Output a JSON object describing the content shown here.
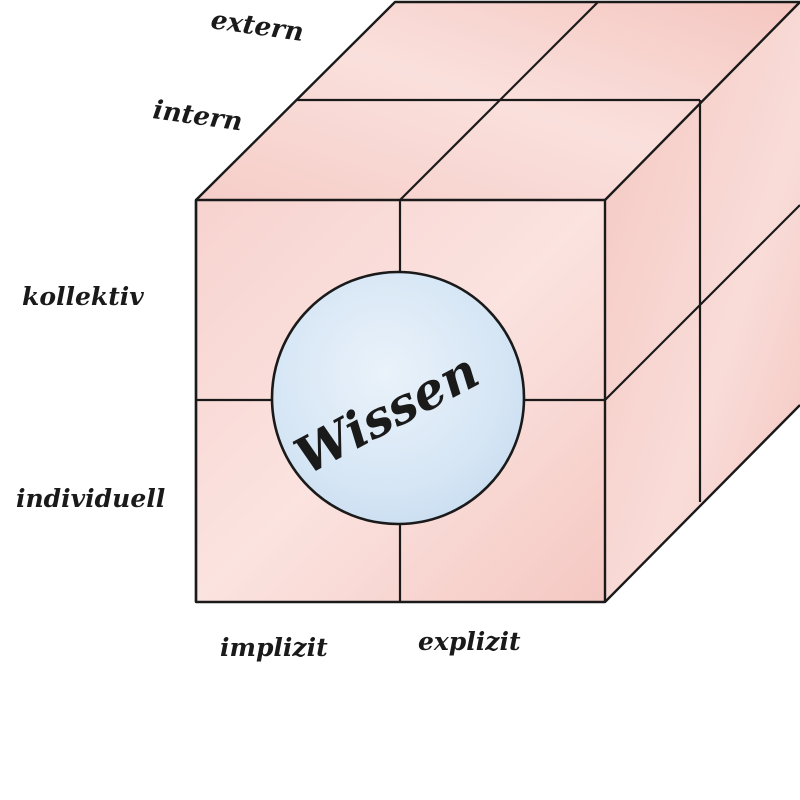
{
  "diagram": {
    "center_label": "Wissen",
    "depth_labels": {
      "back": "extern",
      "front": "intern"
    },
    "row_labels": {
      "top": "kollektiv",
      "bottom": "individuell"
    },
    "column_labels": {
      "left": "implizit",
      "right": "explizit"
    },
    "colors": {
      "cube_face": "#f6c9c4",
      "cube_face_light": "#fbe1dd",
      "sphere": "#dbe9f6",
      "line": "#1a1a1a"
    }
  }
}
